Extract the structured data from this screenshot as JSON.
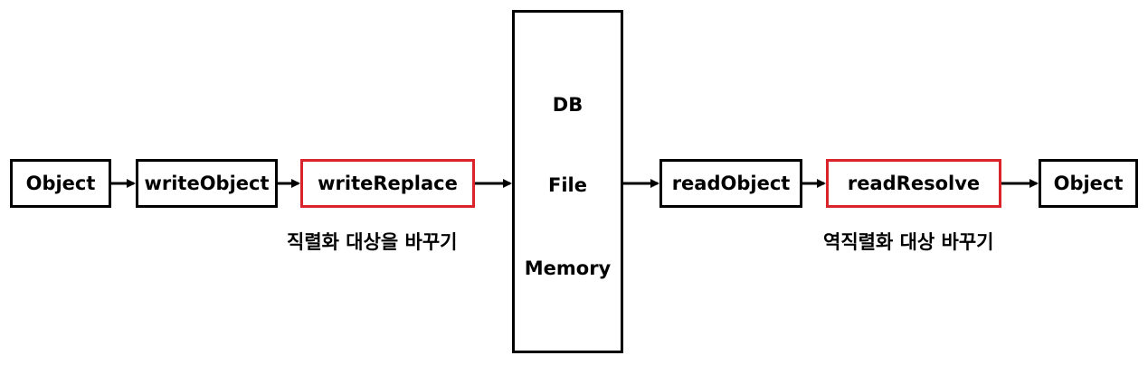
{
  "nodes": {
    "object_in": "Object",
    "write_object": "writeObject",
    "write_replace": "writeReplace",
    "read_object": "readObject",
    "read_resolve": "readResolve",
    "object_out": "Object"
  },
  "storage": {
    "items": [
      "DB",
      "File",
      "Memory"
    ]
  },
  "captions": {
    "serialize": "직렬화 대상을 바꾸기",
    "deserialize": "역직렬화 대상 바꾸기"
  },
  "colors": {
    "highlight": "#d9242b",
    "border": "#000000"
  }
}
